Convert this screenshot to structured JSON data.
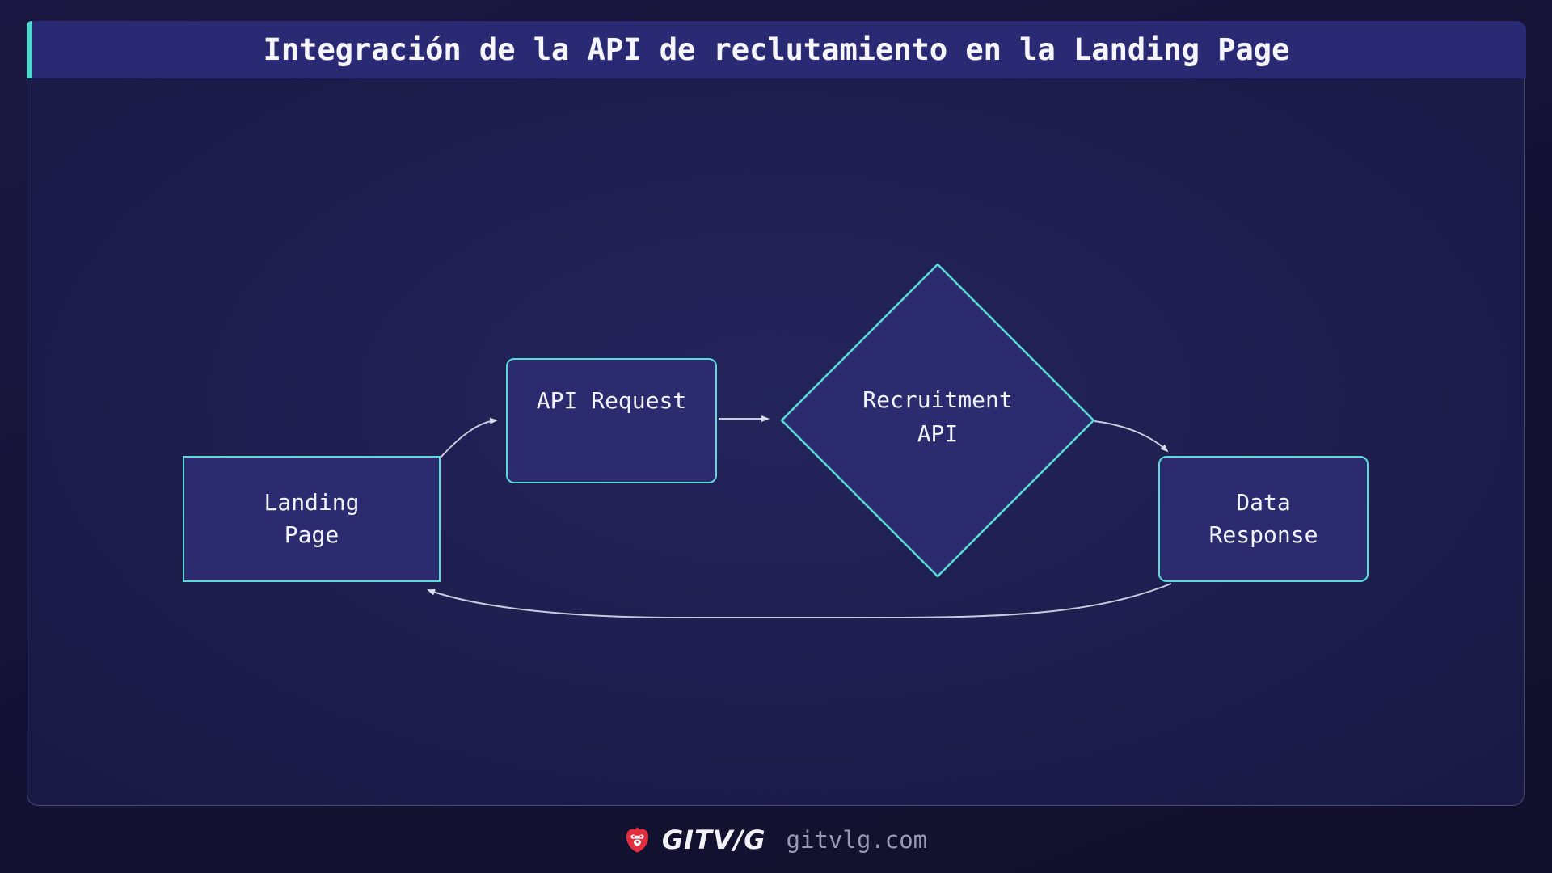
{
  "title": "Integración de la API de reclutamiento en la Landing Page",
  "nodes": {
    "landing": {
      "line1": "Landing",
      "line2": "Page"
    },
    "api_request": {
      "label": "API Request"
    },
    "recruitment": {
      "line1": "Recruitment",
      "line2": "API"
    },
    "data_response": {
      "line1": "Data",
      "line2": "Response"
    }
  },
  "edges": [
    {
      "from": "landing",
      "to": "api_request"
    },
    {
      "from": "api_request",
      "to": "recruitment"
    },
    {
      "from": "recruitment",
      "to": "data_response"
    },
    {
      "from": "data_response",
      "to": "landing"
    }
  ],
  "footer": {
    "brand": "GITV/G",
    "domain": "gitvlg.com",
    "logo_icon": "lion-shield-icon"
  },
  "colors": {
    "accent_teal": "#4fd6ce",
    "node_border": "#58dcd4",
    "node_fill": "#2c2b70",
    "titlebar_bg": "#2a2973",
    "panel_border": "#7d82b9",
    "edge_color": "#c9cadb",
    "logo_red": "#e22f40",
    "background": "#141233"
  }
}
